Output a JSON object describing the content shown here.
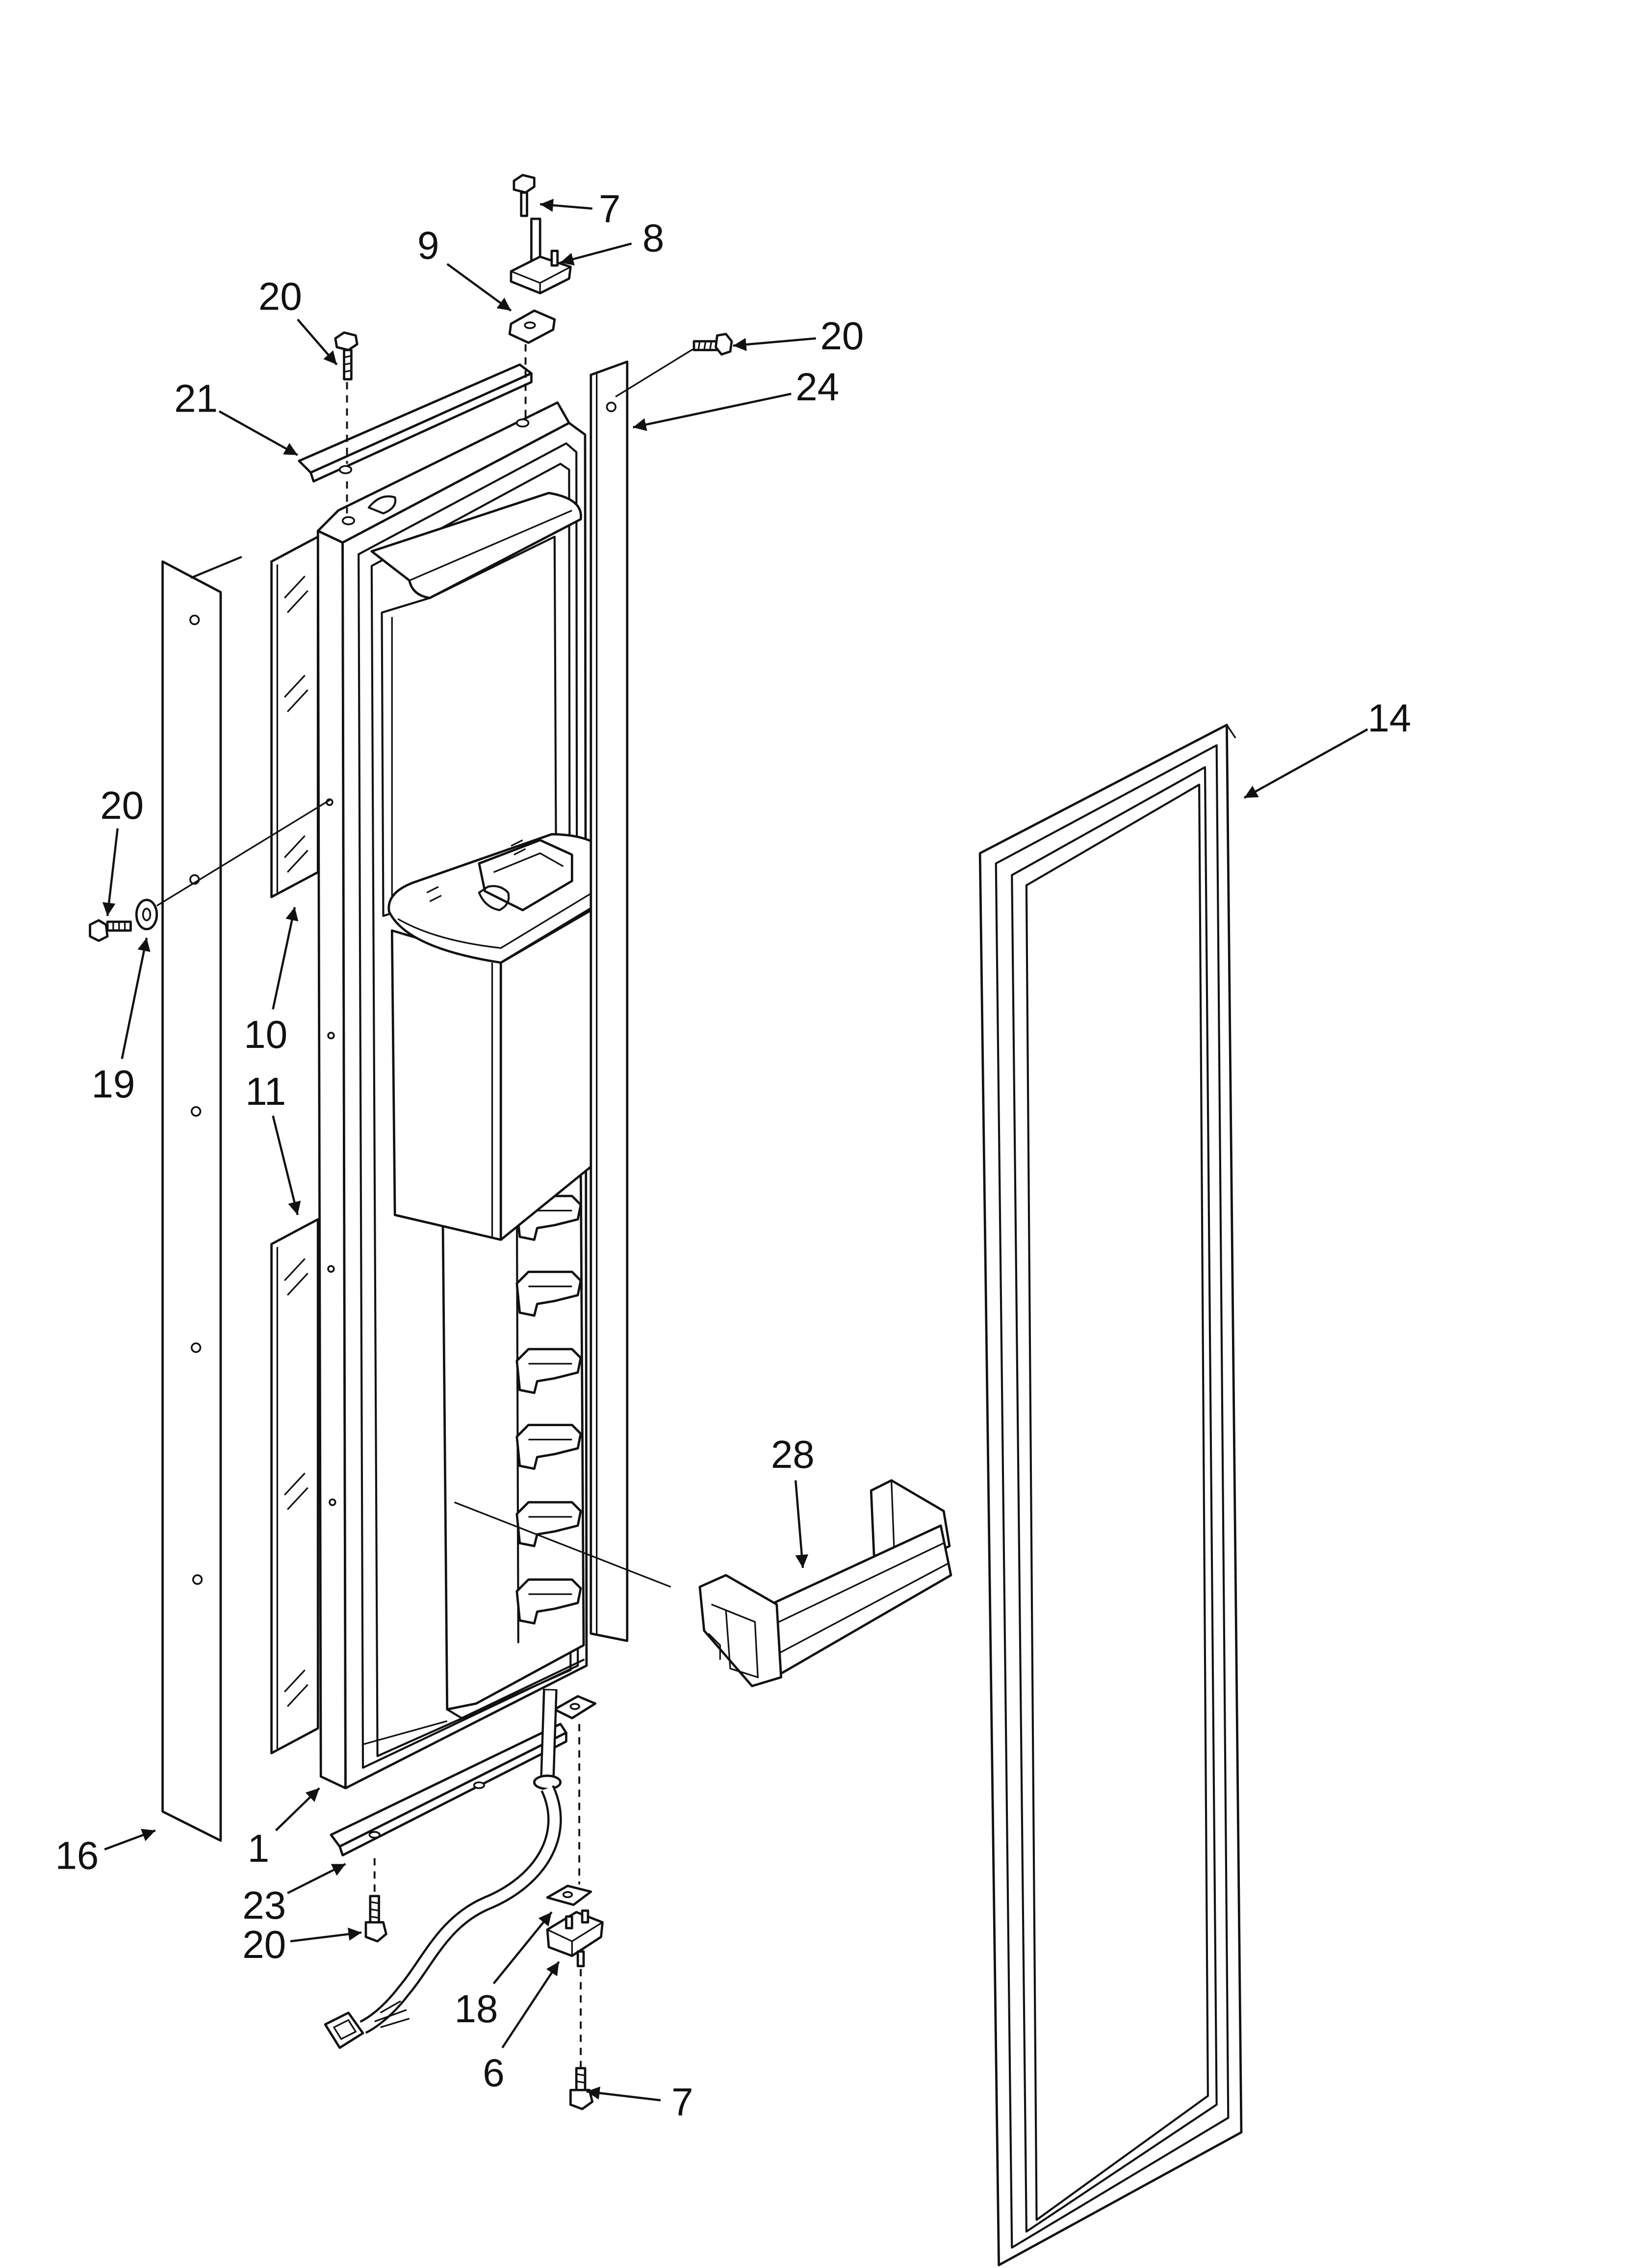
{
  "diagram": {
    "callouts": [
      "7",
      "8",
      "9",
      "20",
      "20",
      "24",
      "21",
      "14",
      "20",
      "19",
      "10",
      "11",
      "28",
      "16",
      "1",
      "23",
      "20",
      "18",
      "6",
      "7"
    ]
  }
}
